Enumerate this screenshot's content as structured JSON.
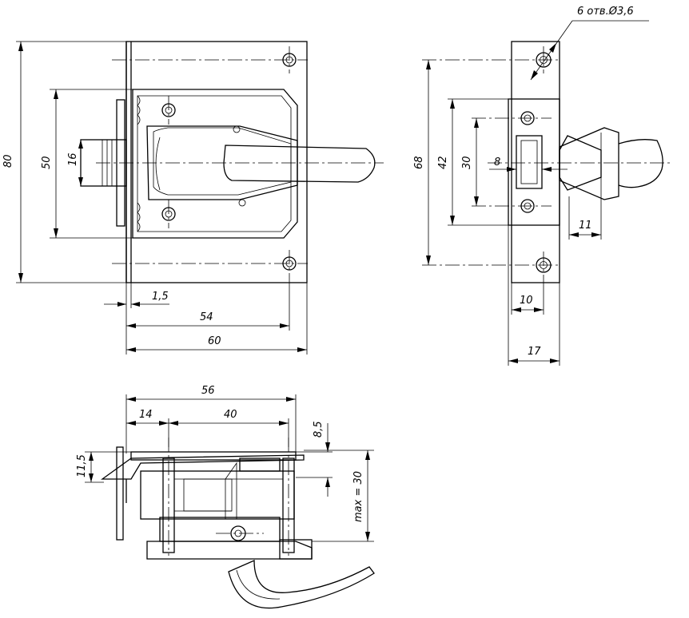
{
  "dimensions": {
    "front_height": "80",
    "front_inner_height": "50",
    "front_slot_height": "16",
    "front_offset": "1,5",
    "front_width_mid": "54",
    "front_width_total": "60",
    "side_height_total": "68",
    "side_height_body": "42",
    "side_height_inner": "30",
    "side_slot": "8",
    "side_knob_offset": "11",
    "side_plate_width": "10",
    "side_total_width": "17",
    "holes_callout": "6 отв.Ø3,6",
    "top_total": "56",
    "top_left": "14",
    "top_mid": "40",
    "top_small": "8,5",
    "top_height": "11,5",
    "top_max": "max = 30"
  }
}
